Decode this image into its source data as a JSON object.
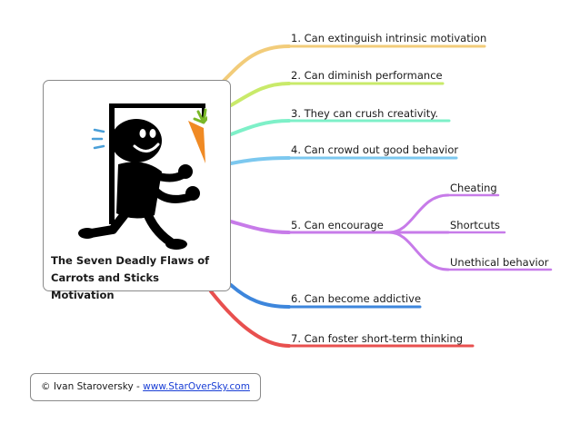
{
  "central": {
    "title": "The Seven Deadly Flaws of\nCarrots and Sticks Motivation"
  },
  "branches": [
    {
      "label": "1. Can extinguish intrinsic motivation",
      "color": "#f2cc7a"
    },
    {
      "label": "2. Can diminish performance",
      "color": "#c9ea6a"
    },
    {
      "label": "3. They can crush creativity.",
      "color": "#7ef0c8"
    },
    {
      "label": "4. Can crowd out good behavior",
      "color": "#7cc8ef"
    },
    {
      "label": "5. Can encourage",
      "color": "#c77be9",
      "children": [
        {
          "label": "Cheating"
        },
        {
          "label": "Shortcuts"
        },
        {
          "label": "Unethical behavior"
        }
      ]
    },
    {
      "label": "6. Can become addictive",
      "color": "#3d86dc"
    },
    {
      "label": "7. Can foster short-term thinking",
      "color": "#e8504f"
    }
  ],
  "credit": {
    "prefix": "© Ivan Staroversky - ",
    "link": "www.StarOverSky.com"
  },
  "colors": {
    "figure": "#000000",
    "carrot": "#f08a24",
    "carrot_leaves": "#7ab828",
    "motion_lines": "#4a9fd8"
  }
}
